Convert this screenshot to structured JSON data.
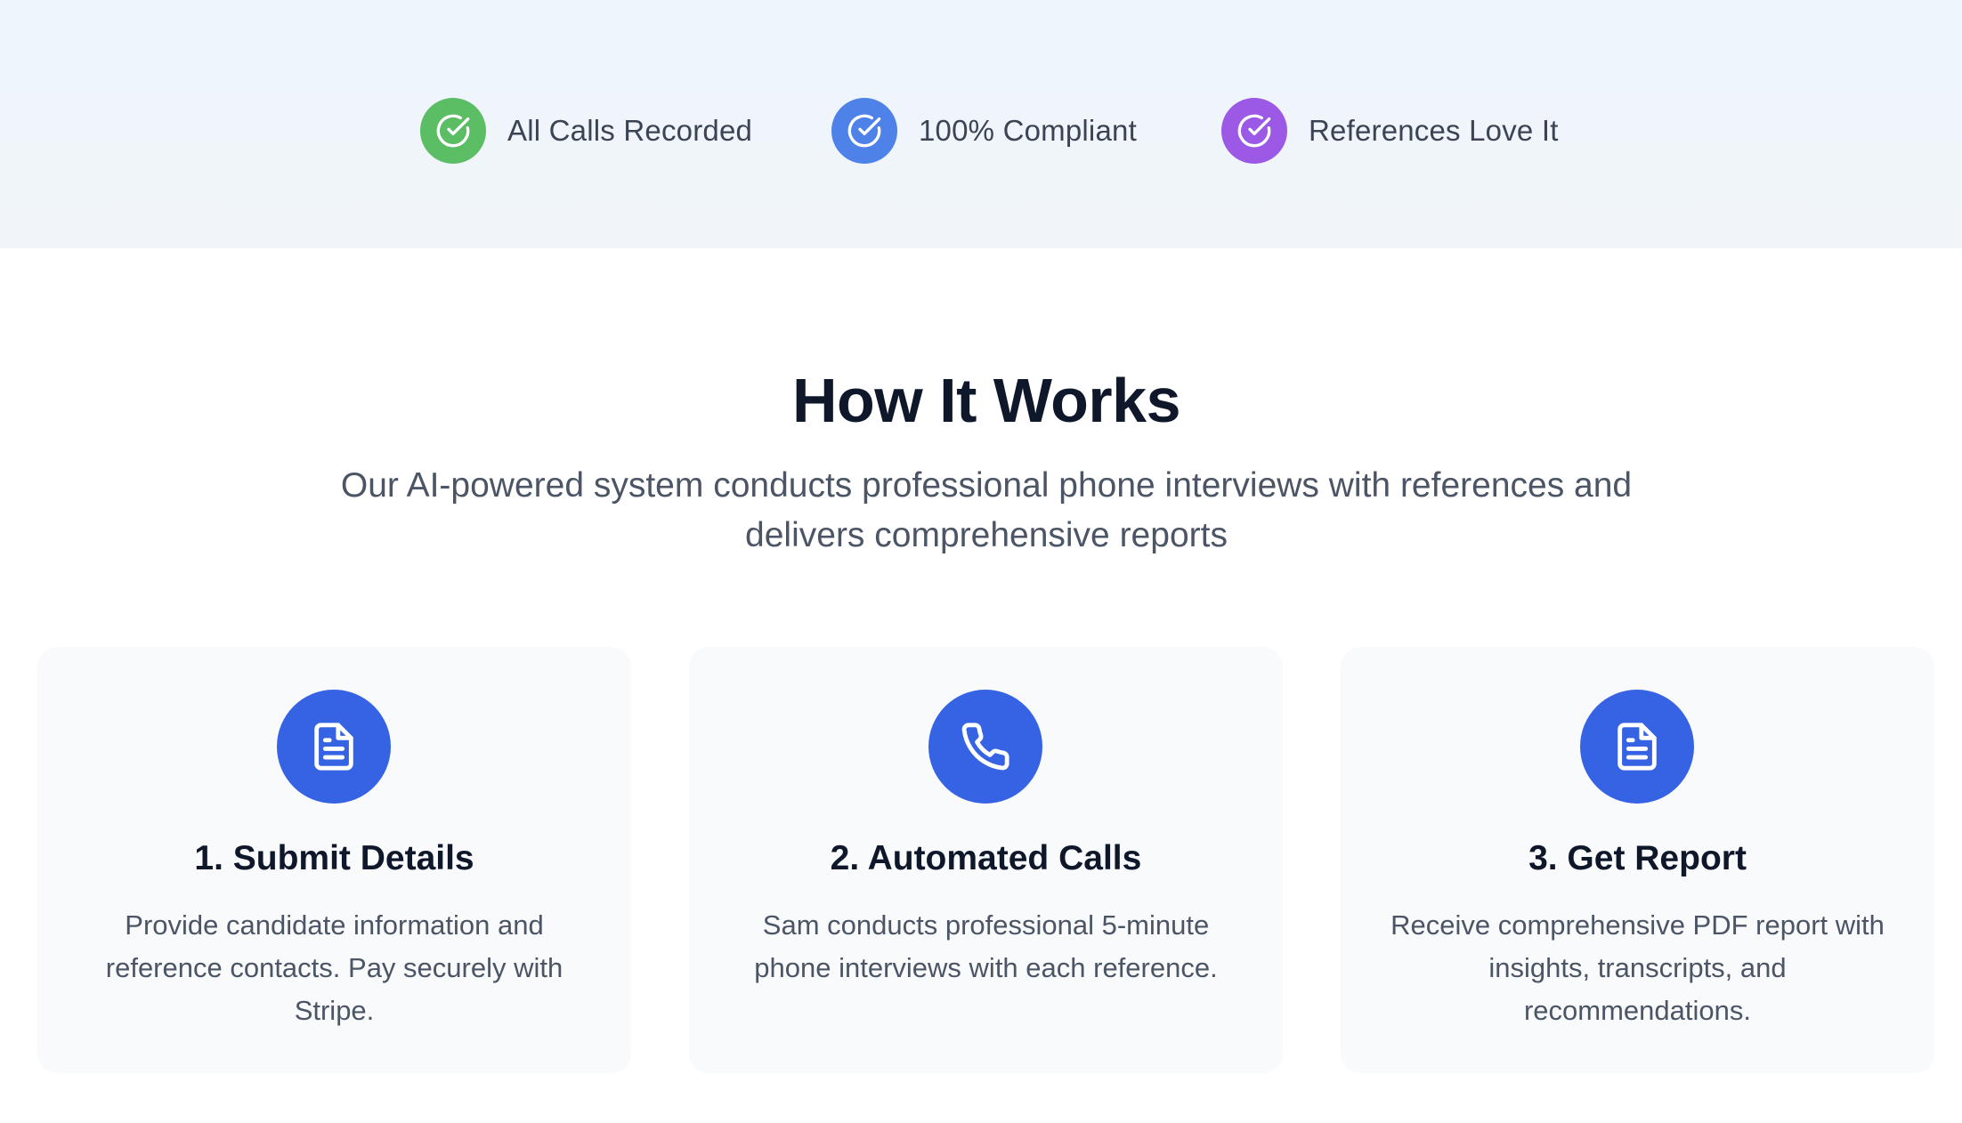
{
  "colors": {
    "trust_green": "#5bbd64",
    "trust_blue": "#4f82e9",
    "trust_purple": "#9b59e6",
    "step_icon_blue": "#3563e3",
    "card_background": "#f8fafc",
    "band_background": "#f1f5f9"
  },
  "trust_badges": [
    {
      "label": "All Calls Recorded",
      "icon": "check-circle-icon",
      "color": "#5bbd64"
    },
    {
      "label": "100% Compliant",
      "icon": "check-circle-icon",
      "color": "#4f82e9"
    },
    {
      "label": "References Love It",
      "icon": "check-circle-icon",
      "color": "#9b59e6"
    }
  ],
  "how_it_works": {
    "title": "How It Works",
    "subtitle": "Our AI-powered system conducts professional phone interviews with references and delivers comprehensive reports",
    "steps": [
      {
        "title": "1. Submit Details",
        "description": "Provide candidate information and reference contacts. Pay securely with Stripe.",
        "icon": "document-icon"
      },
      {
        "title": "2. Automated Calls",
        "description": "Sam conducts professional 5-minute phone interviews with each reference.",
        "icon": "phone-icon"
      },
      {
        "title": "3. Get Report",
        "description": "Receive comprehensive PDF report with insights, transcripts, and recommendations.",
        "icon": "document-icon"
      }
    ]
  }
}
